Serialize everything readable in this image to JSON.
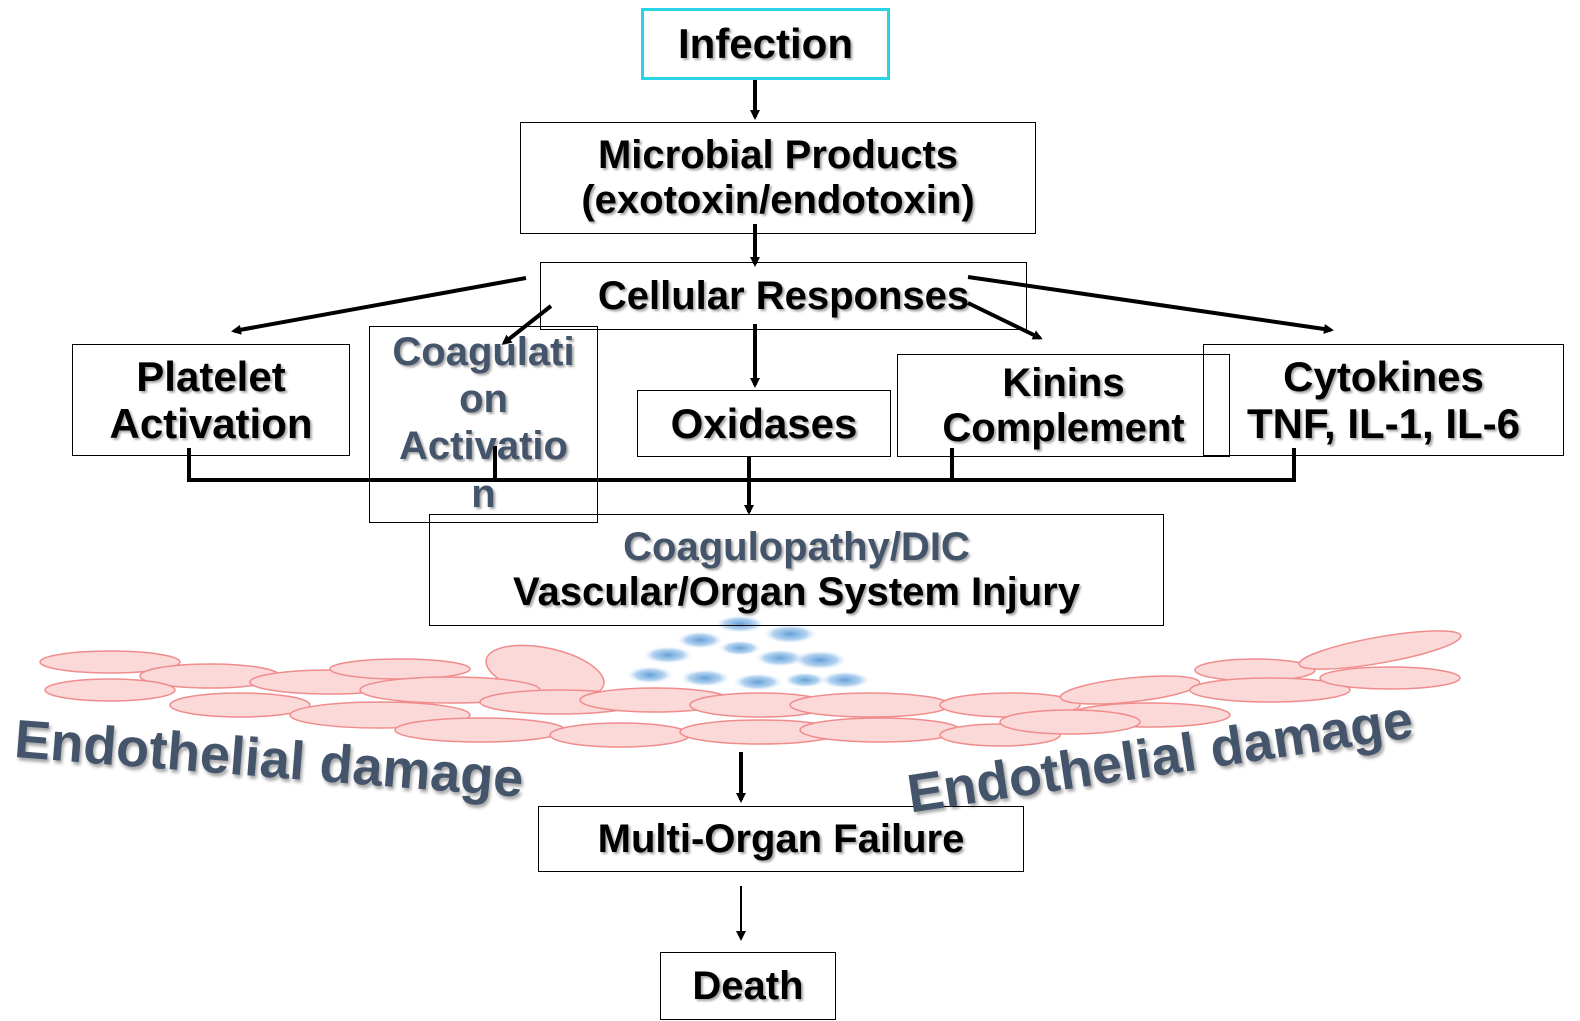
{
  "nodes": {
    "infection": "Infection",
    "microbial": {
      "line1": "Microbial Products",
      "line2": "(exotoxin/endotoxin)"
    },
    "cellular": "Cellular Responses",
    "platelet": {
      "line1": "Platelet",
      "line2": "Activation"
    },
    "coagulation": {
      "line1": "Coagulati",
      "line2": "on",
      "line3": "Activatio",
      "line4": "n"
    },
    "oxidases": "Oxidases",
    "kinins": {
      "line1": "Kinins",
      "line2": "Complement"
    },
    "cytokines": {
      "line1": "Cytokines",
      "line2": "TNF, IL-1, IL-6"
    },
    "coagulopathy": {
      "line1": "Coagulopathy/DIC",
      "line2": "Vascular/Organ System Injury"
    },
    "multiorgan": "Multi-Organ Failure",
    "death": "Death"
  },
  "labels": {
    "endothelial_left": "Endothelial damage",
    "endothelial_right": "Endothelial damage"
  },
  "colors": {
    "cell_fill": "#fbd9d9",
    "cell_stroke": "#f08c8c",
    "blood_cell": "#5b9bd5",
    "label_text": "#44546a",
    "highlight_border": "#29d3e6"
  }
}
